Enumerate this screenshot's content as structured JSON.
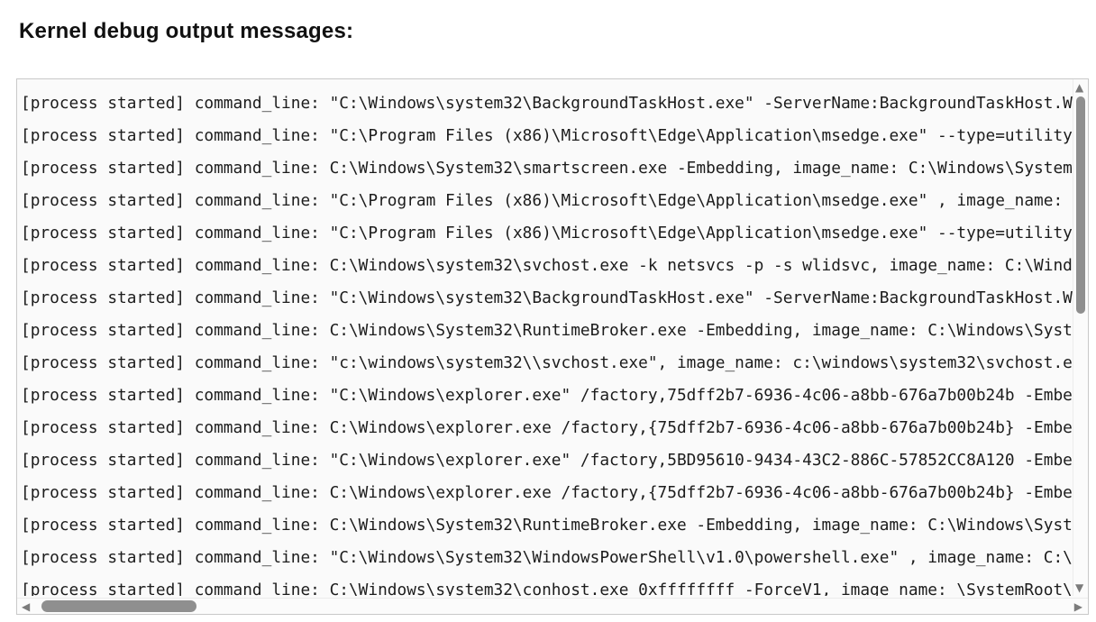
{
  "heading": "Kernel debug output messages:",
  "log": {
    "lines": [
      "[process started] command_line: \"C:\\Windows\\system32\\BackgroundTaskHost.exe\" -ServerName:BackgroundTaskHost.W",
      "[process started] command_line: \"C:\\Program Files (x86)\\Microsoft\\Edge\\Application\\msedge.exe\" --type=utility",
      "[process started] command_line: C:\\Windows\\System32\\smartscreen.exe -Embedding, image_name: C:\\Windows\\System",
      "[process started] command_line: \"C:\\Program Files (x86)\\Microsoft\\Edge\\Application\\msedge.exe\" , image_name: ",
      "[process started] command_line: \"C:\\Program Files (x86)\\Microsoft\\Edge\\Application\\msedge.exe\" --type=utility",
      "[process started] command_line: C:\\Windows\\system32\\svchost.exe -k netsvcs -p -s wlidsvc, image_name: C:\\Wind",
      "[process started] command_line: \"C:\\Windows\\system32\\BackgroundTaskHost.exe\" -ServerName:BackgroundTaskHost.W",
      "[process started] command_line: C:\\Windows\\System32\\RuntimeBroker.exe -Embedding, image_name: C:\\Windows\\Syst",
      "[process started] command_line: \"c:\\windows\\system32\\\\svchost.exe\", image_name: c:\\windows\\system32\\svchost.e",
      "[process started] command_line: \"C:\\Windows\\explorer.exe\" /factory,75dff2b7-6936-4c06-a8bb-676a7b00b24b -Embe",
      "[process started] command_line: C:\\Windows\\explorer.exe /factory,{75dff2b7-6936-4c06-a8bb-676a7b00b24b} -Embe",
      "[process started] command_line: \"C:\\Windows\\explorer.exe\" /factory,5BD95610-9434-43C2-886C-57852CC8A120 -Embe",
      "[process started] command_line: C:\\Windows\\explorer.exe /factory,{75dff2b7-6936-4c06-a8bb-676a7b00b24b} -Embe",
      "[process started] command_line: C:\\Windows\\System32\\RuntimeBroker.exe -Embedding, image_name: C:\\Windows\\Syst",
      "[process started] command_line: \"C:\\Windows\\System32\\WindowsPowerShell\\v1.0\\powershell.exe\" , image_name: C:\\",
      "[process started] command_line: C:\\Windows\\system32\\conhost.exe 0xffffffff -ForceV1, image_name: \\SystemRoot\\"
    ]
  },
  "scrollbar": {
    "up_icon": "▲",
    "down_icon": "▼",
    "left_icon": "◀",
    "right_icon": "▶"
  },
  "colors": {
    "log_background": "#fafafa",
    "log_border": "#c9c9c9",
    "scroll_track": "#fbfbfb",
    "scroll_thumb": "#8f8f8f",
    "scroll_arrow": "#7b7b7b",
    "log_text": "#1c1c1c",
    "heading_text": "#111111"
  }
}
